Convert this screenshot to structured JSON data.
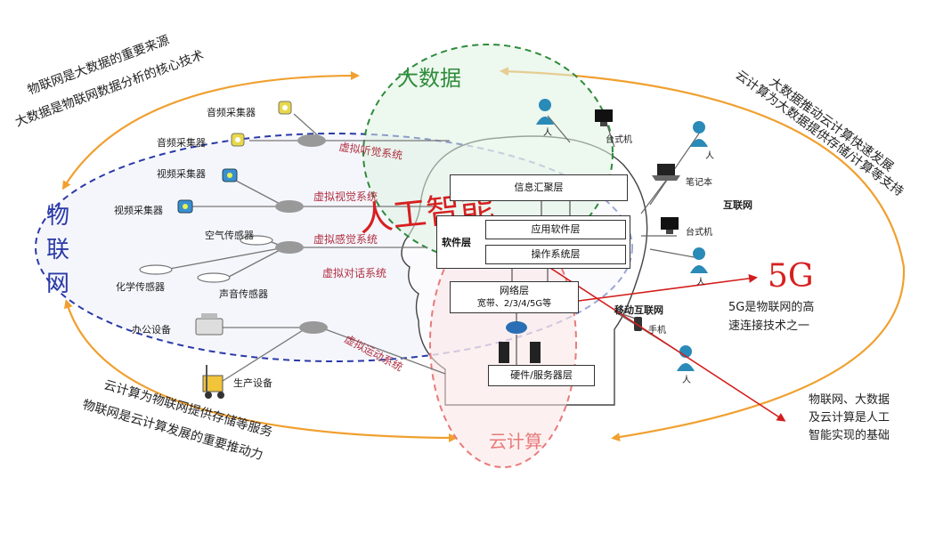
{
  "colors": {
    "orange": "#f0a030",
    "iot_blue": "#2a3aa8",
    "bigdata_green": "#2e8b3a",
    "cloud_red": "#e87a7a",
    "ai_red": "#d62020",
    "arrow_red": "#d41c1c",
    "system_label": "#b03040"
  },
  "centers": {
    "bigdata": "大数据",
    "iot": "物联网",
    "cloud": "云计算",
    "ai": "人工智能",
    "fiveg": "5G"
  },
  "notes": {
    "top_left_1": "物联网是大数据的重要来源",
    "top_left_2": "大数据是物联网数据分析的核心技术",
    "top_right_1": "大数据推动云计算快速发展",
    "top_right_2": "云计算为大数据提供存储/计算等支持",
    "bottom_left_1": "云计算为物联网提供存储等服务",
    "bottom_left_2": "物联网是云计算发展的重要推动力",
    "bottom_right_1": "物联网、大数据",
    "bottom_right_2": "及云计算是人工",
    "bottom_right_3": "智能实现的基础",
    "fiveg_1": "5G是物联网的高",
    "fiveg_2": "速连接技术之一"
  },
  "systems": {
    "hearing": "虚拟听觉系统",
    "vision": "虚拟视觉系统",
    "sensing": "虚拟感觉系统",
    "dialog": "虚拟对话系统",
    "motion": "虚拟运动系统"
  },
  "devices": {
    "audio1": "音频采集器",
    "audio2": "音频采集器",
    "video1": "视频采集器",
    "video2": "视频采集器",
    "air": "空气传感器",
    "chem": "化学传感器",
    "sound": "声音传感器",
    "office": "办公设备",
    "production": "生产设备"
  },
  "layers": {
    "info": "信息汇聚层",
    "software": "软件层",
    "app": "应用软件层",
    "os": "操作系统层",
    "network": "网络层",
    "network_sub": "宽带、2/3/4/5G等",
    "hardware": "硬件/服务器层"
  },
  "internet": {
    "internet": "互联网",
    "mobile": "移动互联网",
    "desktop1": "台式机",
    "desktop2": "台式机",
    "laptop": "笔记本",
    "phone": "手机",
    "person1": "人",
    "person2": "人",
    "person3": "人",
    "person4": "人"
  }
}
